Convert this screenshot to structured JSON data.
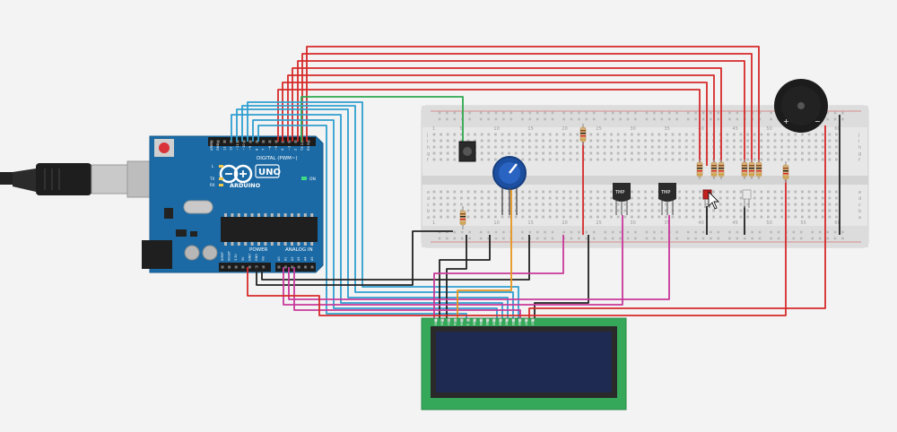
{
  "arduino": {
    "brand": "ARDUINO",
    "model": "UNO",
    "digital_label": "DIGITAL (PWM~)",
    "power_label": "POWER",
    "analog_label": "ANALOG IN",
    "on_label": "ON",
    "l_label": "L",
    "tx_label": "TX",
    "rx_label": "RX",
    "top_pins": [
      "AREF",
      "GND",
      "13",
      "12",
      "~11",
      "~10",
      "~9",
      "8",
      "7",
      "~6",
      "~5",
      "4",
      "~3",
      "2",
      "TX 1",
      "RX 0"
    ],
    "power_pins": [
      "IOREF",
      "RESET",
      "3.3V",
      "5V",
      "GND",
      "GND",
      "Vin"
    ],
    "analog_pins": [
      "A0",
      "A1",
      "A2",
      "A3",
      "A4",
      "A5"
    ]
  },
  "breadboard": {
    "row_letters_top": [
      "j",
      "i",
      "h",
      "g",
      "f"
    ],
    "row_letters_bottom": [
      "e",
      "d",
      "c",
      "b",
      "a"
    ],
    "col_numbers": [
      "1",
      "5",
      "10",
      "15",
      "20",
      "25",
      "30",
      "35",
      "40",
      "45",
      "50",
      "55",
      "60"
    ]
  },
  "sensors": {
    "tmp_label": "TMP"
  },
  "buzzer": {
    "plus": "+",
    "minus": "−"
  },
  "lcd": {
    "pins": [
      "GND",
      "VCC",
      "V0",
      "RS",
      "RW",
      "E",
      "DB0",
      "DB1",
      "DB2",
      "DB3",
      "DB4",
      "DB5",
      "DB6",
      "DB7",
      "LED",
      "LED"
    ]
  },
  "colors": {
    "wire_red": "#d62a2a",
    "wire_blue": "#2f9fd0",
    "wire_green": "#2fa84f",
    "wire_black": "#222222",
    "wire_magenta": "#c8399a",
    "wire_orange": "#e8951c",
    "arduino_board": "#1b6aa5",
    "lcd_pcb": "#35a85a",
    "lcd_screen": "#1f2a52"
  }
}
